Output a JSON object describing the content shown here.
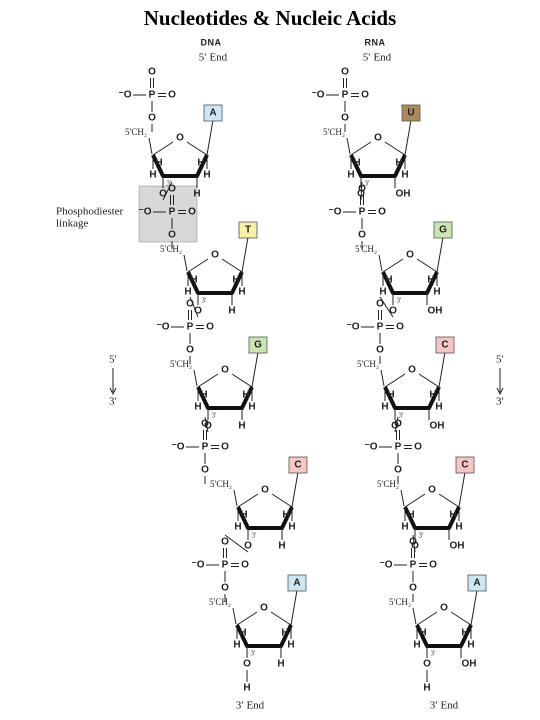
{
  "title": "Nucleotides & Nucleic Acids",
  "chemistry": {
    "oxygen": "O",
    "phosphorus": "P",
    "hydrogen": "H",
    "minus_oxygen": "⁻O",
    "ch2": "5′CH₂",
    "hydroxyl": "OH",
    "prime3": "3′",
    "prime5": "5′"
  },
  "labels": {
    "five_end": "5′ End",
    "three_end": "3′ End",
    "linkage": "Phosphodiester linkage",
    "linkage_line1": "Phosphodiester",
    "linkage_line2": "linkage",
    "arrow_top": "5′",
    "arrow_bottom": "3′"
  },
  "strands": [
    {
      "name": "DNA",
      "nucleotides": [
        {
          "base": "A",
          "color": "#cfe6f5"
        },
        {
          "base": "T",
          "color": "#f7f0a8"
        },
        {
          "base": "G",
          "color": "#c9e6b4"
        },
        {
          "base": "C",
          "color": "#f5c6c6"
        },
        {
          "base": "A",
          "color": "#cfe6f5"
        }
      ]
    },
    {
      "name": "RNA",
      "nucleotides": [
        {
          "base": "U",
          "color": "#a98b5a"
        },
        {
          "base": "G",
          "color": "#c9e6b4"
        },
        {
          "base": "C",
          "color": "#f5c6c6"
        },
        {
          "base": "C",
          "color": "#f5c6c6"
        },
        {
          "base": "A",
          "color": "#cfe6f5"
        }
      ]
    }
  ],
  "colors": {
    "highlight": "#d8d8d8"
  }
}
